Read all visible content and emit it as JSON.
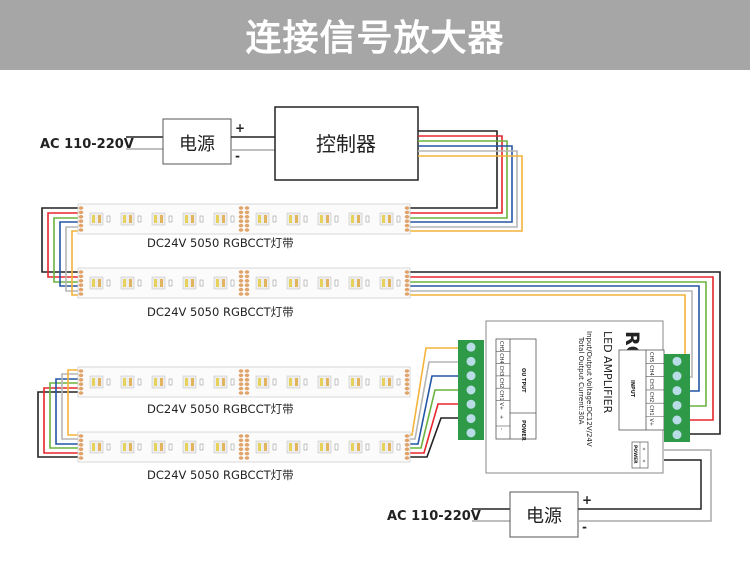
{
  "title": "连接信号放大器",
  "colors": {
    "banner_bg": "#a6a6a6",
    "wire_black": "#222222",
    "wire_red": "#e5262b",
    "wire_green": "#6cb33f",
    "wire_blue": "#2457a6",
    "wire_gray": "#b5b5b5",
    "wire_orange": "#f4b33a",
    "terminal_green": "#2e9a48",
    "terminal_screw": "#b9dde6",
    "pad_copper": "#e0a46b"
  },
  "top_section": {
    "ac_input_label": "AC 110-220V",
    "power_supply_label": "电源",
    "plus_label": "+",
    "minus_label": "-",
    "controller_label": "控制器"
  },
  "strips": [
    {
      "label": "DC24V 5050 RGBCCT灯带"
    },
    {
      "label": "DC24V 5050 RGBCCT灯带"
    },
    {
      "label": "DC24V 5050 RGBCCT灯带"
    },
    {
      "label": "DC24V 5050 RGBCCT灯带"
    }
  ],
  "amplifier": {
    "title": "RGB CW",
    "subtitle": "LED AMPLIFIER",
    "spec_line1": "Input/Output Voltage:DC12V/24V",
    "spec_line2": "Total Output Current:30A",
    "output_header": "OU TPUT",
    "output_pins": [
      "CH5",
      "CH4",
      "CH3",
      "CH2",
      "CH1",
      "V+"
    ],
    "power_header": "POWER",
    "power_pins": [
      "+",
      "-"
    ],
    "input_header": "INPUT",
    "input_pins": [
      "CH5",
      "CH4",
      "CH3",
      "CH2",
      "CH1",
      "V+"
    ],
    "power_port_label": "POWER"
  },
  "bottom_section": {
    "ac_input_label": "AC 110-220V",
    "power_supply_label": "电源",
    "plus_label": "+",
    "minus_label": "-"
  }
}
